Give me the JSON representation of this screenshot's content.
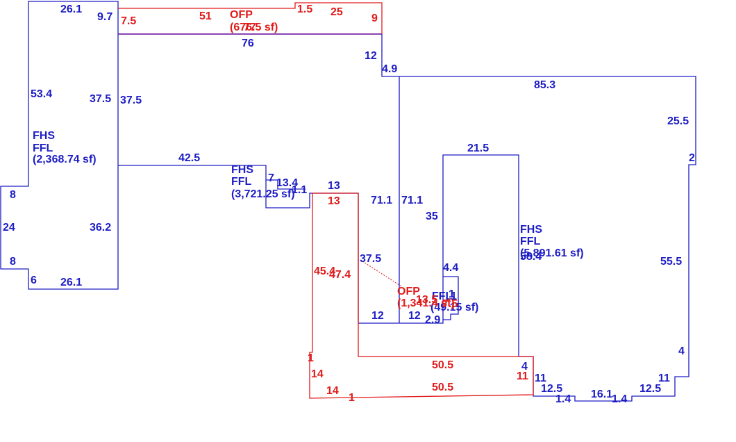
{
  "colors": {
    "main": "#1d1dc4",
    "porch": "#e01b1b",
    "shared": "#7a2aa8"
  },
  "areas": {
    "west": {
      "code1": "FHS",
      "code2": "FFL",
      "area": "(2,368.74 sf)"
    },
    "center": {
      "code1": "FHS",
      "code2": "FFL",
      "area": "(3,721.25 sf)"
    },
    "east": {
      "code1": "FHS",
      "code2": "FFL",
      "area": "(5,891.61 sf)"
    },
    "small": {
      "code1": "FFL",
      "area": "(49.15 sf)"
    },
    "porch_top": {
      "code": "OFP",
      "area": "(676.5 sf)"
    },
    "porch_mid": {
      "code": "OFP",
      "area": "(1,341.4 sf)"
    }
  },
  "dimensions": {
    "blue": [
      "26.1",
      "9.7",
      "53.4",
      "37.5",
      "37.5",
      "8",
      "24",
      "8",
      "6",
      "26.1",
      "36.2",
      "76",
      "12",
      "4.9",
      "85.3",
      "25.5",
      "2",
      "42.5",
      "7",
      "13.4",
      "1.1",
      "13",
      "71.1",
      "71.1",
      "21.5",
      "35",
      "37.5",
      "4.4",
      "1",
      "12",
      "12",
      "2.9",
      "55.5",
      "58.4",
      "4",
      "11",
      "12.5",
      "1.4",
      "16.1",
      "1.4",
      "12.5",
      "11",
      "4",
      "1"
    ],
    "red": [
      "7.5",
      "51",
      "77",
      "1.5",
      "25",
      "9",
      "13",
      "45.4",
      "47.4",
      "1",
      "14",
      "14",
      "1",
      "50.5",
      "50.5",
      "11",
      "13.5",
      "7.5"
    ]
  }
}
